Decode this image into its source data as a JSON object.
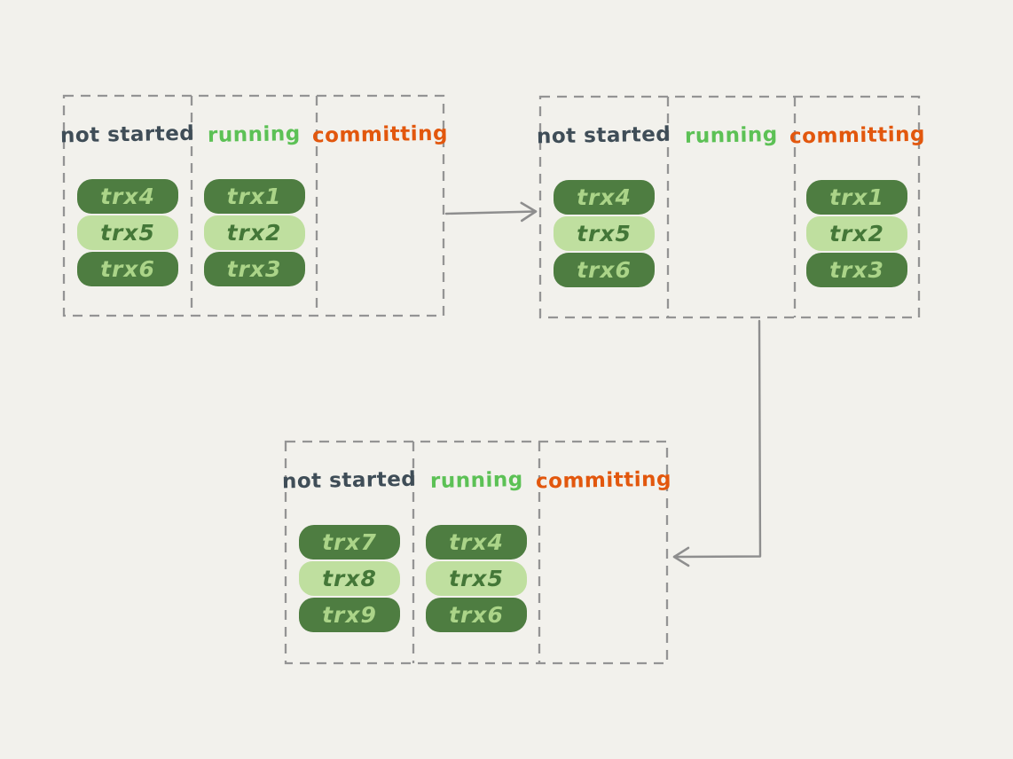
{
  "colors": {
    "background": "#f2f1ec",
    "dashed_border": "#949494",
    "arrow": "#8e8e8e",
    "label_not_started": "#3f4d57",
    "label_running": "#5cc155",
    "label_committing": "#e2570d",
    "pill_dark_bg": "#4e7d41",
    "pill_dark_text": "#abd488",
    "pill_light_bg": "#bfdf9f",
    "pill_light_text": "#447738"
  },
  "stages": [
    {
      "name": "stage-1",
      "columns": [
        {
          "label": "not started",
          "state": "not-started",
          "pills": [
            {
              "text": "trx4",
              "variant": "dark"
            },
            {
              "text": "trx5",
              "variant": "light"
            },
            {
              "text": "trx6",
              "variant": "dark"
            }
          ]
        },
        {
          "label": "running",
          "state": "running",
          "pills": [
            {
              "text": "trx1",
              "variant": "dark"
            },
            {
              "text": "trx2",
              "variant": "light"
            },
            {
              "text": "trx3",
              "variant": "dark"
            }
          ]
        },
        {
          "label": "committing",
          "state": "committing",
          "pills": []
        }
      ]
    },
    {
      "name": "stage-2",
      "columns": [
        {
          "label": "not started",
          "state": "not-started",
          "pills": [
            {
              "text": "trx4",
              "variant": "dark"
            },
            {
              "text": "trx5",
              "variant": "light"
            },
            {
              "text": "trx6",
              "variant": "dark"
            }
          ]
        },
        {
          "label": "running",
          "state": "running",
          "pills": []
        },
        {
          "label": "committing",
          "state": "committing",
          "pills": [
            {
              "text": "trx1",
              "variant": "dark"
            },
            {
              "text": "trx2",
              "variant": "light"
            },
            {
              "text": "trx3",
              "variant": "dark"
            }
          ]
        }
      ]
    },
    {
      "name": "stage-3",
      "columns": [
        {
          "label": "not started",
          "state": "not-started",
          "pills": [
            {
              "text": "trx7",
              "variant": "dark"
            },
            {
              "text": "trx8",
              "variant": "light"
            },
            {
              "text": "trx9",
              "variant": "dark"
            }
          ]
        },
        {
          "label": "running",
          "state": "running",
          "pills": [
            {
              "text": "trx4",
              "variant": "dark"
            },
            {
              "text": "trx5",
              "variant": "light"
            },
            {
              "text": "trx6",
              "variant": "dark"
            }
          ]
        },
        {
          "label": "committing",
          "state": "committing",
          "pills": []
        }
      ]
    }
  ],
  "arrows": [
    {
      "from": "stage-1",
      "to": "stage-2",
      "shape": "horizontal-right"
    },
    {
      "from": "stage-2",
      "to": "stage-3",
      "shape": "down-then-left"
    }
  ]
}
